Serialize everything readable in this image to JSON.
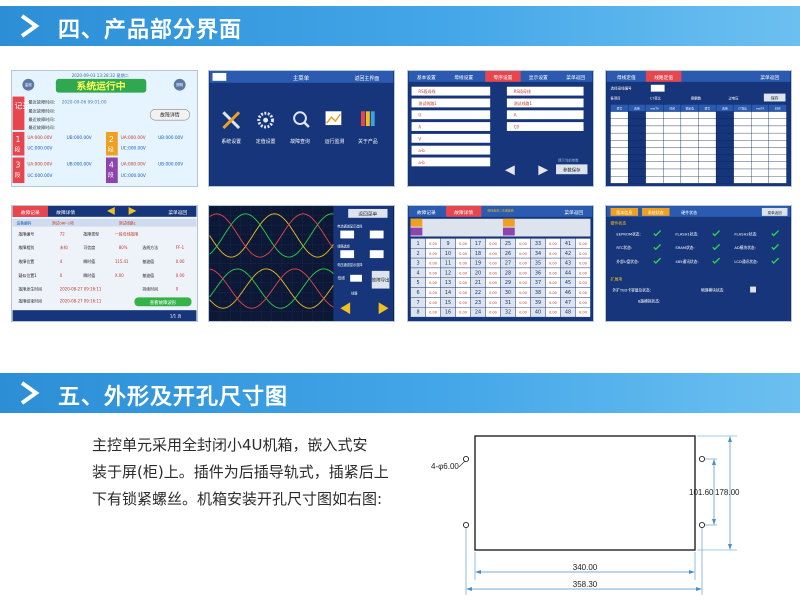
{
  "section4": {
    "title": "四、产品部分界面"
  },
  "section5": {
    "title": "五、外形及开孔尺寸图"
  },
  "screens": {
    "s1": {
      "datetime": "2020-09-03 13:28:32 星期二",
      "status": "系统运行中",
      "btn_left": "监测",
      "btn_right": "照明",
      "record_label": "记录",
      "records": [
        "最近故障时间:",
        "最近故障时间:",
        "最近故障时间:",
        "最近故障时间:"
      ],
      "record_time": "2020-09-06 09:01:00",
      "detail_button": "故障详情",
      "seg_label": "段",
      "segs": [
        {
          "num": "1",
          "ua": "UA:000.00V",
          "ub": "UB:000.00V",
          "uc": "UC:000.00V"
        },
        {
          "num": "2",
          "ua": "UA:000.00V",
          "ub": "UB:000.00V",
          "uc": "UC:000.00V"
        },
        {
          "num": "3",
          "ua": "UA:000.00V",
          "ub": "UB:000.00V",
          "uc": "UC:000.00V"
        },
        {
          "num": "4",
          "ua": "UA:000.00V",
          "ub": "UB:000.00V",
          "uc": "UC:000.00V"
        }
      ]
    },
    "s2": {
      "title": "主菜单",
      "back": "返回主界面",
      "items": [
        "系统设置",
        "定值设置",
        "故障查询",
        "运行监测",
        "关于产品"
      ]
    },
    "s3": {
      "tabs": [
        "基本设置",
        "母线设置",
        "零序设置",
        "显示设置",
        "菜单返回"
      ],
      "left_list": [
        "RS段母线",
        "测试线路1",
        "U",
        "A",
        "V",
        "a-b",
        "a-b"
      ],
      "right_list": [
        "RS段母线",
        "测试线路1",
        "A",
        "C0"
      ],
      "save": "参数保存",
      "note": "提示当前参数"
    },
    "s4": {
      "tabs": [
        "母线定值",
        "线路定值",
        "菜单返回"
      ],
      "select_label": "选择母线编号",
      "labels": [
        "各项目",
        "CT变比",
        "额额数",
        "过电压",
        "保存"
      ],
      "cols": [
        "项号",
        "启用",
        "ms/TA",
        "时间",
        "额定电",
        "项号",
        "启用",
        "CT变比",
        "ms/TA",
        "时间"
      ]
    },
    "s5": {
      "tabs": [
        "故障记录",
        "故障详情",
        "菜单返回"
      ],
      "fields": [
        {
          "k": "故障编号",
          "v": "72",
          "k2": "故障类型",
          "v2": "一段母线故障"
        },
        {
          "k": "故障相别",
          "v": "未知",
          "k2": "可信度",
          "v2": "80%",
          "k3": "选线方法",
          "v3": "FF-1"
        },
        {
          "k": "故障位置",
          "v": "4",
          "k2": "瞬时值",
          "v2": "115.41",
          "k3": "基波值",
          "v3": "0.00"
        },
        {
          "k": "疑似位置1",
          "v": "0",
          "k2": "瞬时值",
          "v2": "X.00",
          "k3": "基波值",
          "v3": "0.00"
        }
      ],
      "head_row": "设备编码",
      "head_val": "测试0RF-1项",
      "head_val2": "测试线路1",
      "start_label": "故障发生时间",
      "start_val": "2020-08-27 09:16:11",
      "end_label": "故障结束时间",
      "end_val": "2020-08-27 09:16:11",
      "keep_label": "持续时间",
      "keep_val": "0",
      "wave_btn": "查看故障波形",
      "page": "1/1 页"
    },
    "s6": {
      "back": "返回菜单",
      "title": "故障导出",
      "btns": [
        "母线",
        "线路"
      ],
      "hints": [
        "电流通道显示选择",
        "线路选择",
        "电压通道显示选择"
      ]
    },
    "s7": {
      "tabs": [
        "故障记录",
        "故障详情",
        "菜单返回"
      ],
      "sub": "母线电流二次谐波值",
      "rows": [
        [
          "1",
          "0.00",
          "9",
          "0.00",
          "17",
          "0.00",
          "25",
          "0.00",
          "33",
          "0.00",
          "41",
          "0.00"
        ],
        [
          "2",
          "0.00",
          "10",
          "0.00",
          "18",
          "0.00",
          "26",
          "0.00",
          "34",
          "0.00",
          "42",
          "0.00"
        ],
        [
          "3",
          "0.00",
          "11",
          "0.00",
          "19",
          "0.00",
          "27",
          "0.00",
          "35",
          "0.00",
          "43",
          "0.00"
        ],
        [
          "4",
          "0.00",
          "12",
          "0.00",
          "20",
          "0.00",
          "28",
          "0.00",
          "36",
          "0.00",
          "44",
          "0.00"
        ],
        [
          "5",
          "0.00",
          "13",
          "0.00",
          "21",
          "0.00",
          "29",
          "0.00",
          "37",
          "0.00",
          "45",
          "0.00"
        ],
        [
          "6",
          "0.00",
          "14",
          "0.00",
          "22",
          "0.00",
          "30",
          "0.00",
          "38",
          "0.00",
          "46",
          "0.00"
        ],
        [
          "7",
          "0.00",
          "15",
          "0.00",
          "23",
          "0.00",
          "31",
          "0.00",
          "39",
          "0.00",
          "47",
          "0.00"
        ],
        [
          "8",
          "0.00",
          "16",
          "0.00",
          "24",
          "0.00",
          "32",
          "0.00",
          "40",
          "0.00",
          "48",
          "0.00"
        ]
      ]
    },
    "s8": {
      "tabs": [
        "版本信息",
        "系统状态",
        "硬件状态"
      ],
      "back": "菜单返回",
      "group1": "硬件状态",
      "items": [
        "EEPROM状态:",
        "FLASH1状态:",
        "FLASH2状态:",
        "RTC状态:",
        "SRAM状态:",
        "AD模块状态:",
        "外部U盘状态:",
        "485通讯状态:",
        "LCD通讯状态:"
      ],
      "group2": "扩展项",
      "ext": [
        "外扩TED卡容量及状态:",
        "物理模块状态:",
        "8路模拟状态:"
      ]
    }
  },
  "description": [
    "主控单元采用全封闭小4U机箱，嵌入式安",
    "装于屏(柜)上。插件为后插导轨式，插紧后上",
    "下有锁紧螺丝。机箱安装开孔尺寸图如右图:"
  ],
  "drawing": {
    "hole_label": "4-φ6.00",
    "dim_inner_w": "340.00",
    "dim_outer_w": "358.30",
    "dim_inner_h": "101.60",
    "dim_outer_h": "178.00"
  },
  "colors": {
    "banner": "#3399dd",
    "panel": "#13306b",
    "accent": "#e8464e"
  }
}
